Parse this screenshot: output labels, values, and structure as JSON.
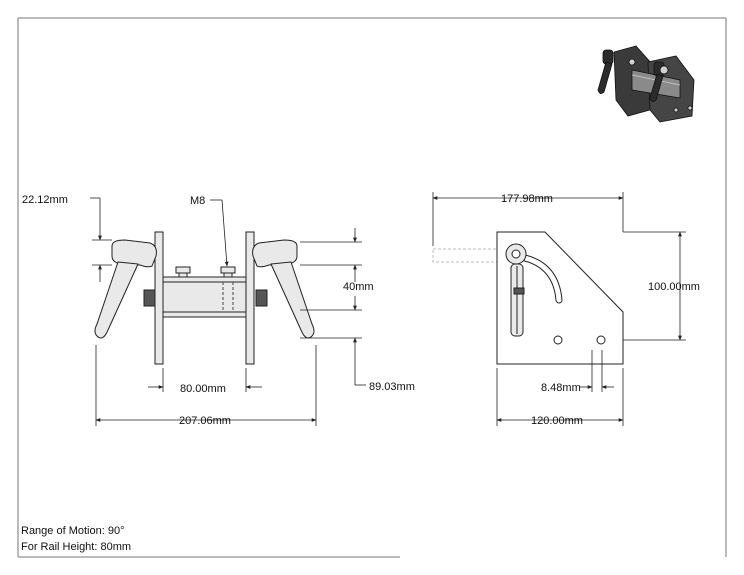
{
  "dimensions": {
    "lever_offset": "22.12mm",
    "thread": "M8",
    "rail_height": "40mm",
    "plate_gap": "80.00mm",
    "front_height": "89.03mm",
    "overall_width": "207.06mm",
    "side_width": "177.98mm",
    "side_height": "100.00mm",
    "hole_spacing": "8.48mm",
    "plate_width": "120.00mm"
  },
  "notes": {
    "range_of_motion": "Range of Motion: 90°",
    "rail_height": "For Rail Height: 80mm"
  },
  "colors": {
    "line": "#222222",
    "part_fill": "#e9e9e9",
    "dark_fill": "#555555",
    "ghost": "#bbbbbb"
  }
}
